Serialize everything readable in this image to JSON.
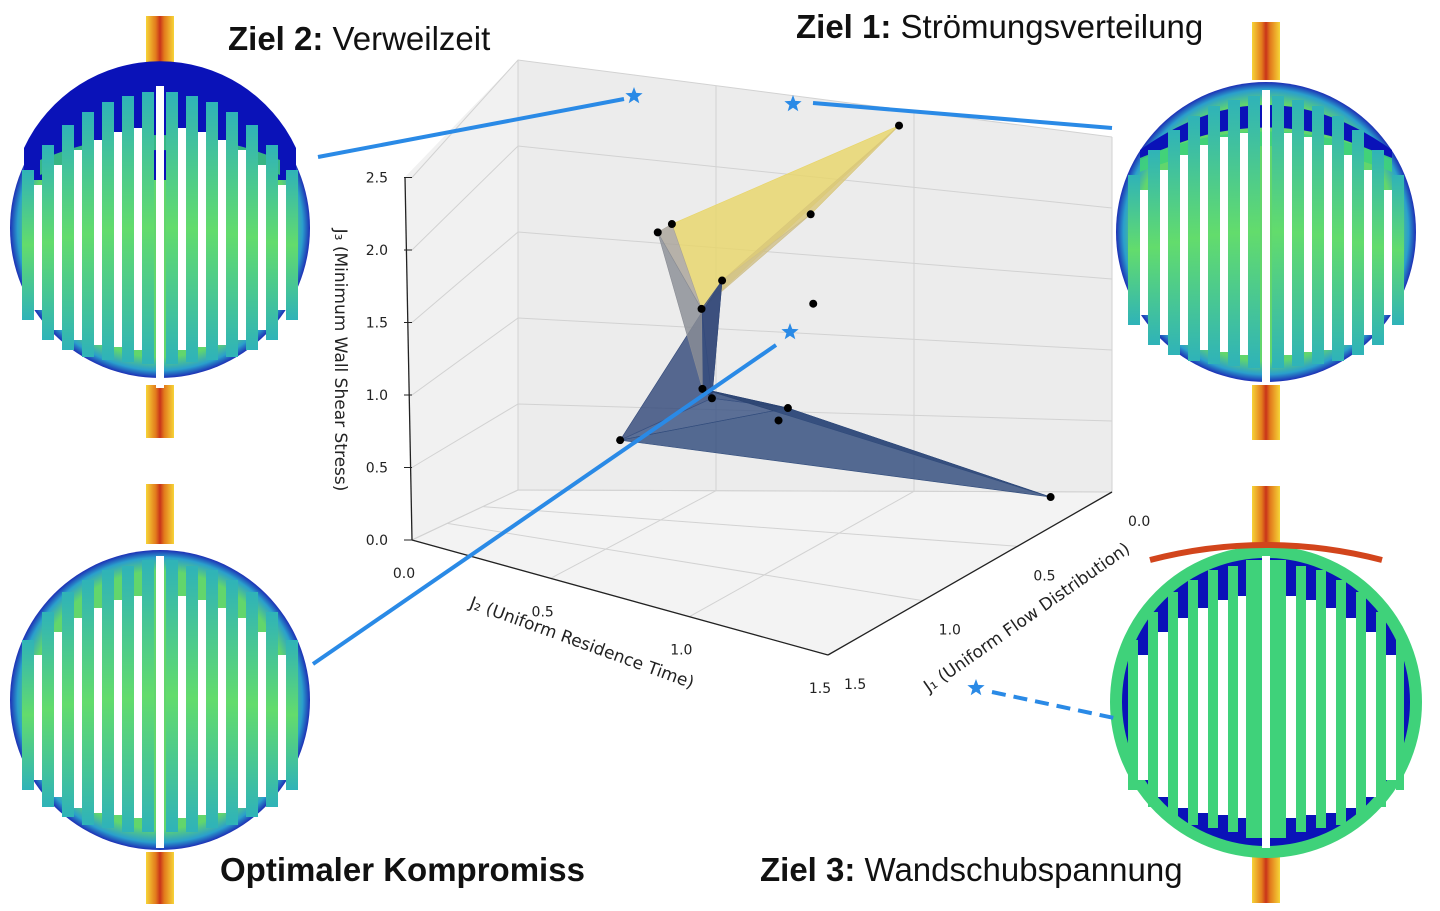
{
  "captions": {
    "obj2": {
      "bold": "Ziel 2:",
      "text": "Verweilzeit"
    },
    "obj1": {
      "bold": "Ziel 1:",
      "text": "Strömungsverteilung"
    },
    "compromise": {
      "text": "Optimaler Kompromiss"
    },
    "obj3": {
      "bold": "Ziel 3:",
      "text": "Wandschubspannung"
    }
  },
  "colors": {
    "highlight": "#2a8ae6",
    "front_yellow": "#f5e15a",
    "front_navy": "#2c4677",
    "flow_blue": "#0a12b8",
    "flow_green": "#3fd27a",
    "flow_red": "#d2451c"
  },
  "chart_data": {
    "type": "scatter3d",
    "title": "",
    "xlabel": "J₁ (Uniform Flow Distribution)",
    "ylabel": "J₂ (Uniform Residence Time)",
    "zlabel": "J₃ (Minimum Wall Shear Stress)",
    "xlim": [
      0,
      1.5
    ],
    "ylim": [
      0,
      1.5
    ],
    "zlim": [
      0,
      2.5
    ],
    "x_ticks": [
      "0.0",
      "0.5",
      "1.0",
      "1.5"
    ],
    "y_ticks": [
      "0.0",
      "0.5",
      "1.0",
      "1.5"
    ],
    "z_ticks": [
      "0.0",
      "0.5",
      "1.0",
      "1.5",
      "2.0",
      "2.5"
    ],
    "grid": true,
    "pareto_points": [
      [
        0.1,
        1.0,
        2.58
      ],
      [
        0.43,
        0.47,
        1.95
      ],
      [
        0.4,
        0.5,
        2.0
      ],
      [
        0.18,
        0.8,
        2.0
      ],
      [
        0.12,
        0.55,
        1.5
      ],
      [
        0.3,
        0.85,
        1.45
      ],
      [
        0.3,
        0.55,
        1.38
      ],
      [
        0.45,
        0.6,
        0.9
      ],
      [
        0.42,
        0.8,
        0.7
      ],
      [
        0.37,
        0.6,
        0.8
      ],
      [
        0.35,
        0.8,
        0.75
      ],
      [
        0.55,
        0.4,
        0.55
      ],
      [
        0.12,
        1.4,
        0.05
      ]
    ],
    "highlighted_solutions": [
      {
        "x": 0.25,
        "y": 0.05,
        "z": 2.55
      },
      {
        "x": 0.15,
        "y": 0.95,
        "z": 2.35
      },
      {
        "x": 0.2,
        "y": 0.85,
        "z": 1.6
      },
      {
        "x": 1.6,
        "y": 1.35,
        "z": 0.0
      }
    ]
  }
}
